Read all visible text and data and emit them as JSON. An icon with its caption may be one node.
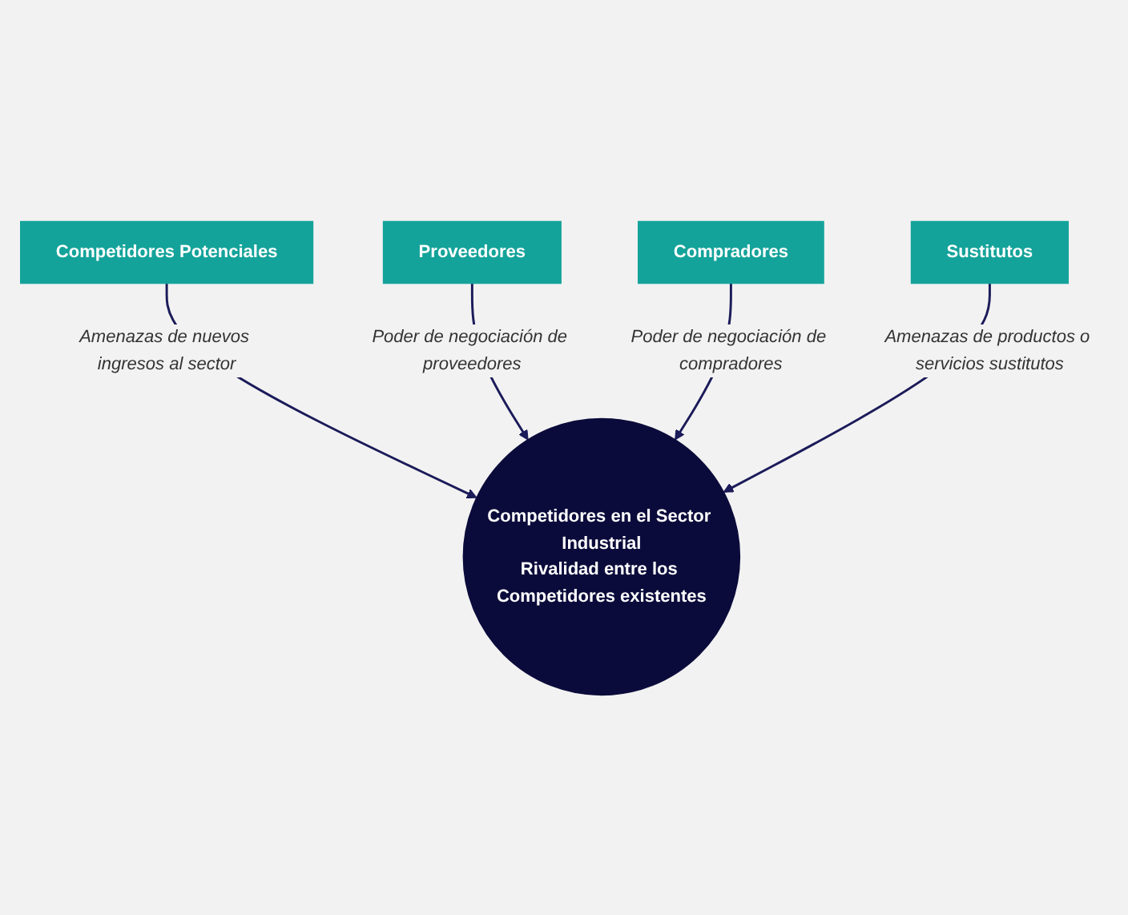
{
  "diagram": {
    "nodes": [
      {
        "text": [
          "Competidores Potenciales"
        ]
      },
      {
        "text": [
          "Proveedores"
        ]
      },
      {
        "text": [
          "Competidores en el Sector Industrial",
          "Rivalidad entre los Competidores existentes"
        ]
      },
      {
        "text": [
          "Compradores"
        ]
      },
      {
        "text": [
          "Sustitutos"
        ]
      }
    ],
    "edges": [
      {
        "from": 0,
        "to": 2,
        "arrow": "to",
        "label": "Amenazas de nuevos ingresos al sector"
      },
      {
        "from": 1,
        "to": 2,
        "arrow": "to",
        "label": "Poder de negociación de proveedores"
      },
      {
        "from": 3,
        "to": 2,
        "arrow": "to",
        "label": "Poder de negociación de compradores"
      },
      {
        "from": 4,
        "to": 2,
        "arrow": "to",
        "label": "Amenazas de productos o servicios sustitutos"
      }
    ]
  }
}
